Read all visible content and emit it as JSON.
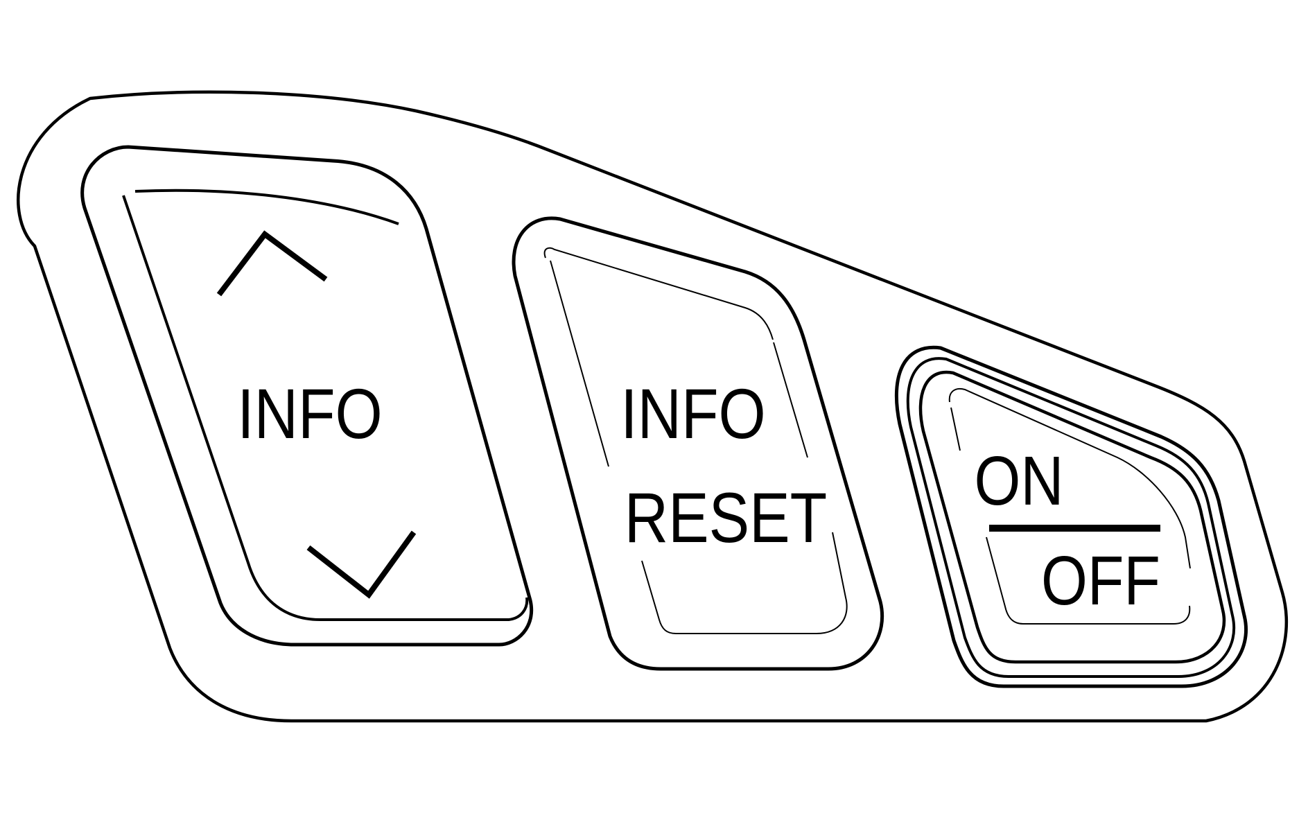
{
  "colors": {
    "background": "#ffffff",
    "line": "#000000"
  },
  "buttons": {
    "info": {
      "label": "INFO",
      "up_icon": "chevron-up-icon",
      "down_icon": "chevron-down-icon"
    },
    "info_reset": {
      "line1": "INFO",
      "line2": "RESET"
    },
    "on_off": {
      "on_label": "ON",
      "off_label": "OFF"
    }
  }
}
